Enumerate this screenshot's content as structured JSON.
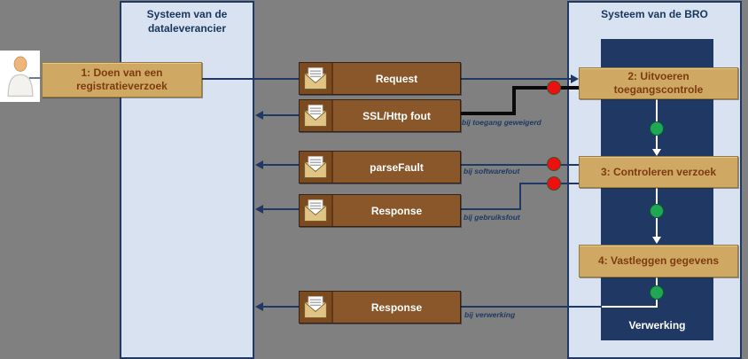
{
  "lanes": {
    "supplier": {
      "title": "Systeem van de dataleverancier"
    },
    "bro": {
      "title": "Systeem van de BRO",
      "region_label": "Verwerking"
    }
  },
  "actor": {
    "role": "dataleverancier"
  },
  "steps": [
    {
      "label": "1: Doen van een registratieverzoek"
    },
    {
      "label": "2: Uitvoeren toegangscontrole"
    },
    {
      "label": "3: Controleren verzoek"
    },
    {
      "label": "4: Vastleggen gegevens"
    }
  ],
  "messages": [
    {
      "label": "Request",
      "direction": "right",
      "condition": ""
    },
    {
      "label": "SSL/Http fout",
      "direction": "left",
      "condition": "bij toegang geweigerd"
    },
    {
      "label": "parseFault",
      "direction": "left",
      "condition": "bij softwarefout"
    },
    {
      "label": "Response",
      "direction": "left",
      "condition": "bij gebruiksfout"
    },
    {
      "label": "Response",
      "direction": "left",
      "condition": "bij verwerking"
    }
  ],
  "colors": {
    "background": "#808080",
    "lane_fill": "#d9e2f0",
    "lane_border": "#1f3864",
    "processing_region": "#1f3864",
    "step_fill": "#cfa963",
    "step_text": "#7e3a10",
    "message_fill": "#8a572a",
    "message_text": "#ffffff",
    "connector": "#1f3864",
    "error_connector": "#000000",
    "error_marker": "#ee1010",
    "ok_marker": "#1fa853"
  }
}
